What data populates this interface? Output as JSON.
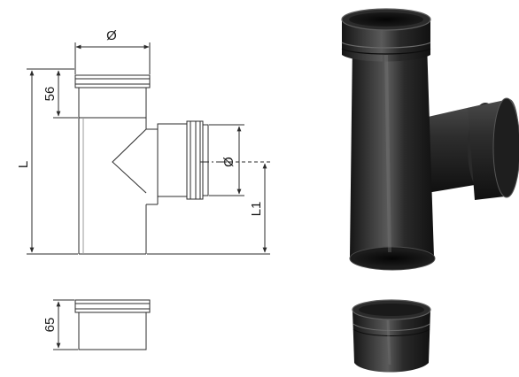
{
  "drawing": {
    "diameter_symbol": "Ø",
    "height_label": "L",
    "branch_height_label": "L1",
    "socket_depth": "56",
    "cap_height": "65"
  },
  "colors": {
    "line": "#2b2b2b",
    "pipe_dark": "#1c1c1c",
    "pipe_mid": "#3a3a3a",
    "pipe_light": "#6e6e6e",
    "background": "#ffffff"
  }
}
